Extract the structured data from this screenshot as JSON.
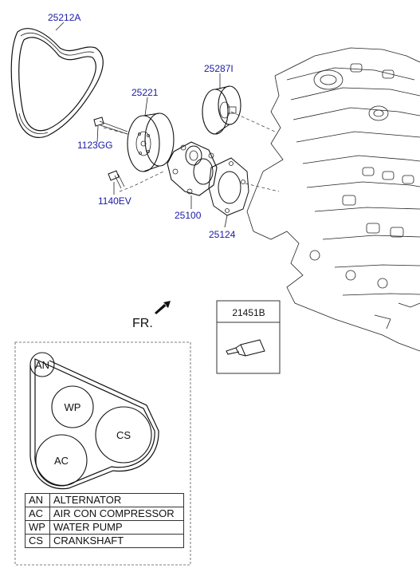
{
  "parts": {
    "belt": "25212A",
    "pulley": "25221",
    "idler": "25287I",
    "bolt_pulley": "1123GG",
    "bolt_pump": "1140EV",
    "water_pump": "25100",
    "gasket": "25124",
    "sealant": "21451B"
  },
  "front_marker": "FR.",
  "belt_routing": {
    "pulleys": [
      "AN",
      "WP",
      "CS",
      "AC"
    ]
  },
  "legend": [
    {
      "code": "AN",
      "name": "ALTERNATOR"
    },
    {
      "code": "AC",
      "name": "AIR CON COMPRESSOR"
    },
    {
      "code": "WP",
      "name": "WATER PUMP"
    },
    {
      "code": "CS",
      "name": "CRANKSHAFT"
    }
  ]
}
